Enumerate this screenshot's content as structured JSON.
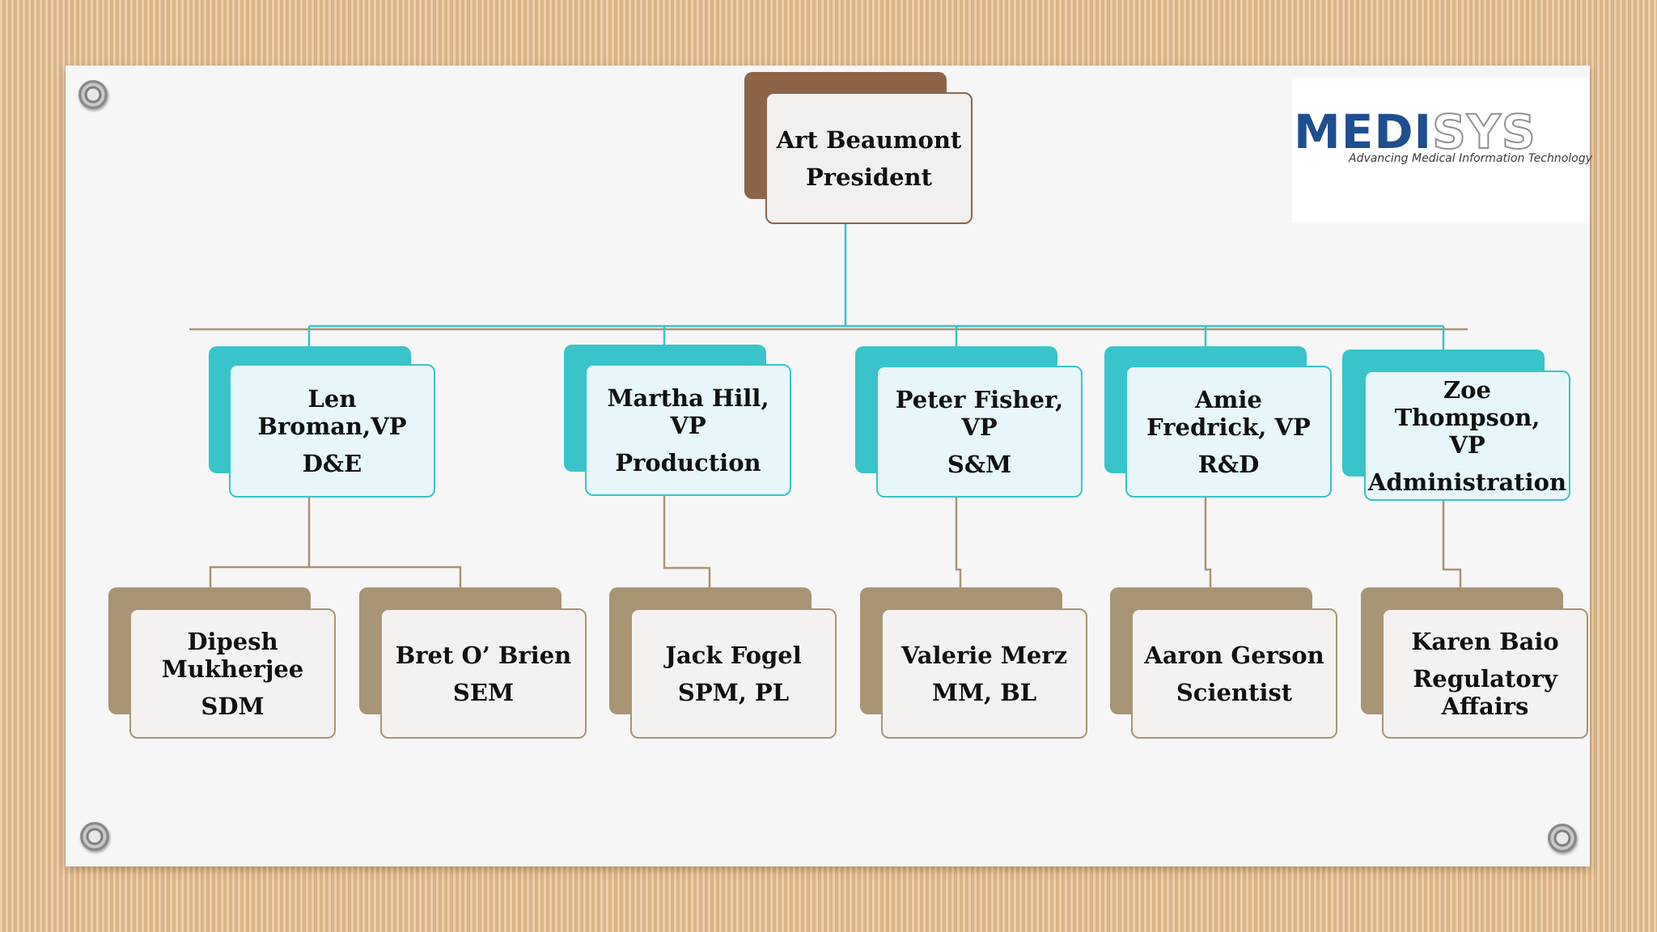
{
  "logo": {
    "word_part1": "MEDI",
    "word_part2": "SYS",
    "tagline": "Advancing Medical Information Technology"
  },
  "colors": {
    "brown": "#8c6448",
    "teal": "#38c4ca",
    "tan": "#a99473",
    "board": "#f6f6f7"
  },
  "org": {
    "president": {
      "line1": "Art Beaumont",
      "line2": "President"
    },
    "vps": [
      {
        "line1": "Len Broman,VP",
        "line2": "D&E"
      },
      {
        "line1": "Martha Hill, VP",
        "line2": "Production"
      },
      {
        "line1": "Peter Fisher, VP",
        "line2": "S&M"
      },
      {
        "line1": "Amie Fredrick, VP",
        "line2": "R&D"
      },
      {
        "line1": "Zoe Thompson, VP",
        "line2": "Administration"
      }
    ],
    "staff": [
      {
        "line1": "Dipesh Mukherjee",
        "line2": "SDM"
      },
      {
        "line1": "Bret O’ Brien",
        "line2": "SEM"
      },
      {
        "line1": "Jack Fogel",
        "line2": "SPM, PL"
      },
      {
        "line1": "Valerie Merz",
        "line2": "MM, BL"
      },
      {
        "line1": "Aaron Gerson",
        "line2": "Scientist"
      },
      {
        "line1": "Karen Baio",
        "line2": "Regulatory Affairs"
      }
    ]
  }
}
